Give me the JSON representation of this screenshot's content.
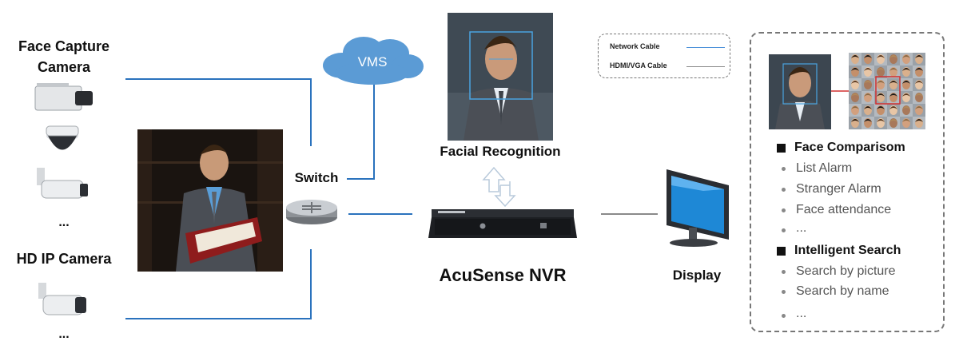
{
  "left": {
    "face_camera_label_1": "Face Capture",
    "face_camera_label_2": "Camera",
    "face_camera_more": "...",
    "hd_camera_label": "HD IP Camera",
    "hd_camera_more": "..."
  },
  "switch_label": "Switch",
  "vms_label": "VMS",
  "facial_label": "Facial Recognition",
  "nvr_label": "AcuSense NVR",
  "display_label": "Display",
  "legend": {
    "network_label": "Network Cable",
    "network_color": "#4a90d9",
    "hdmi_label": "HDMI/VGA Cable",
    "hdmi_color": "#8a8a8a"
  },
  "panel": {
    "heading_1": "Face Comparisom",
    "items_1": [
      "List Alarm",
      "Stranger Alarm",
      "Face attendance",
      "..."
    ],
    "heading_2": "Intelligent Search",
    "items_2": [
      "Search by picture",
      "Search by name",
      "..."
    ]
  },
  "colors": {
    "network": "#2a72bd",
    "cloud": "#5b9bd5",
    "monitor_screen": "#1e88d6"
  }
}
